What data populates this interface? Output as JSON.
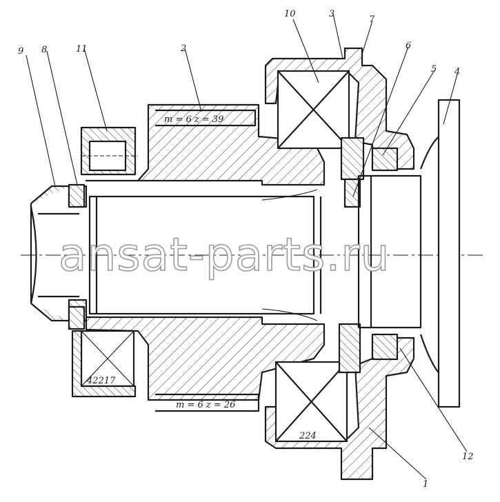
{
  "watermark": "ansat-parts.ru",
  "callouts": [
    "9",
    "8",
    "11",
    "2",
    "10",
    "3",
    "7",
    "6",
    "5",
    "4",
    "12",
    "1"
  ],
  "gear_notes": {
    "upper": "m = 6   z = 39",
    "lower": "m = 6  z = 26"
  },
  "bearing_labels": {
    "left": "42217",
    "right": "224"
  }
}
